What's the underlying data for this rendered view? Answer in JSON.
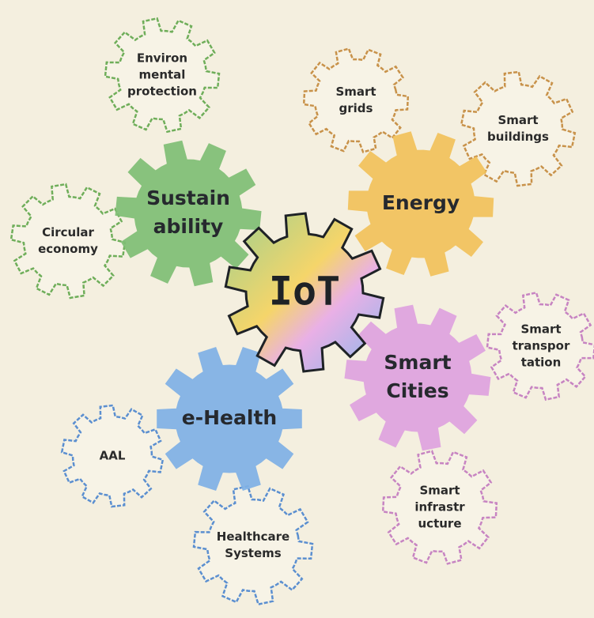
{
  "center": {
    "label": "IoT"
  },
  "hubs": [
    {
      "key": "sustainability",
      "lines": [
        "Sustain",
        "ability"
      ],
      "color": "#7fbf75"
    },
    {
      "key": "energy",
      "lines": [
        "Energy"
      ],
      "color": "#f2c25b"
    },
    {
      "key": "smart-cities",
      "lines": [
        "Smart",
        "Cities"
      ],
      "color": "#dfa3df"
    },
    {
      "key": "e-health",
      "lines": [
        "e-Health"
      ],
      "color": "#7fb1e6"
    }
  ],
  "satellites": [
    {
      "key": "environmental-protection",
      "hub": "sustainability",
      "lines": [
        "Environ",
        "mental",
        "protection"
      ],
      "color": "#6fae5a"
    },
    {
      "key": "circular-economy",
      "hub": "sustainability",
      "lines": [
        "Circular",
        "economy"
      ],
      "color": "#6fae5a"
    },
    {
      "key": "smart-grids",
      "hub": "energy",
      "lines": [
        "Smart",
        "grids"
      ],
      "color": "#c8924a"
    },
    {
      "key": "smart-buildings",
      "hub": "energy",
      "lines": [
        "Smart",
        "buildings"
      ],
      "color": "#c8924a"
    },
    {
      "key": "smart-transportation",
      "hub": "smart-cities",
      "lines": [
        "Smart",
        "transpor",
        "tation"
      ],
      "color": "#c784c2"
    },
    {
      "key": "smart-infrastructure",
      "hub": "smart-cities",
      "lines": [
        "Smart",
        "infrastr",
        "ucture"
      ],
      "color": "#c784c2"
    },
    {
      "key": "aal",
      "hub": "e-health",
      "lines": [
        "AAL"
      ],
      "color": "#5b8fd0"
    },
    {
      "key": "healthcare-systems",
      "hub": "e-health",
      "lines": [
        "Healthcare",
        "Systems"
      ],
      "color": "#5b8fd0"
    }
  ]
}
